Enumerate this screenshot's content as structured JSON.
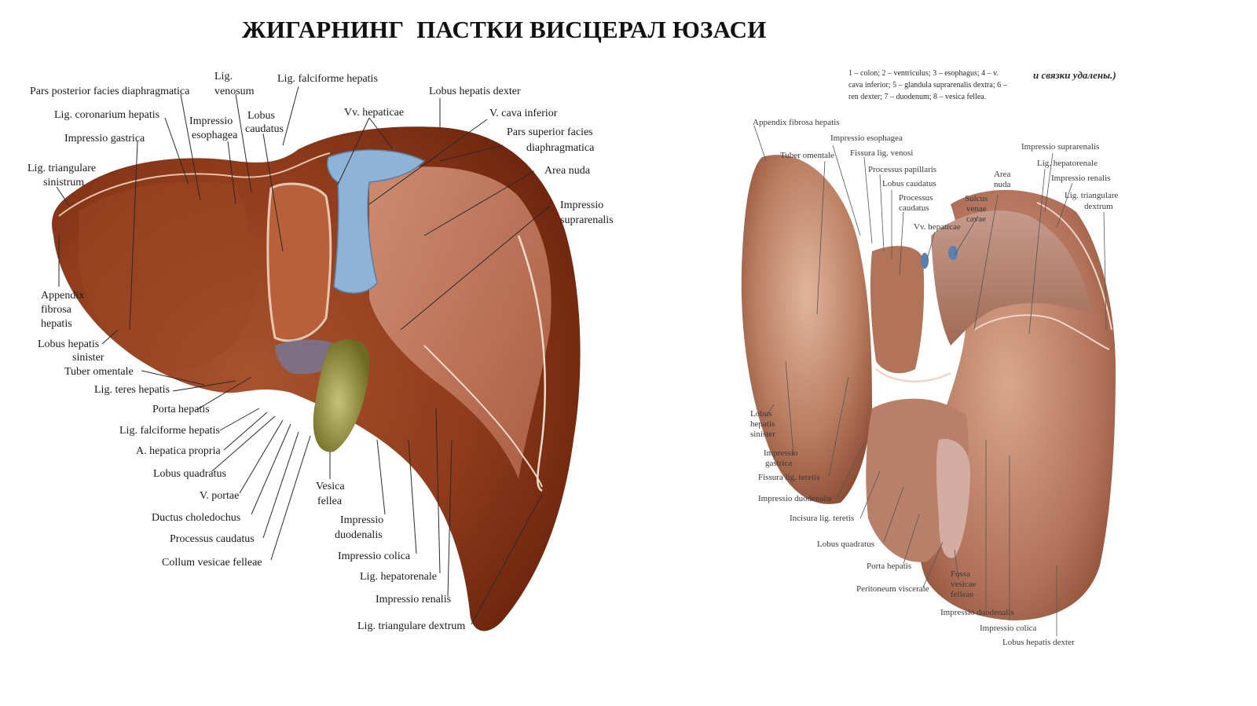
{
  "title": "ЖИГАРНИНГ  ПАСТКИ ВИСЦЕРАЛ ЮЗАСИ",
  "left_figure": {
    "labels": {
      "pars_posterior": "Pars posterior facies diaphragmatica",
      "lig_venosum_1": "Lig.",
      "lig_venosum_2": "venosum",
      "lig_falciforme_top": "Lig. falciforme hepatis",
      "lobus_hepatis_dexter": "Lobus hepatis dexter",
      "lig_coronarium": "Lig. coronarium hepatis",
      "impressio_esophagea_1": "Impressio",
      "impressio_esophagea_2": "esophagea",
      "lobus_caudatus_1": "Lobus",
      "lobus_caudatus_2": "caudatus",
      "vv_hepaticae": "Vv. hepaticae",
      "v_cava_inferior": "V. cava inferior",
      "impressio_gastrica": "Impressio gastrica",
      "pars_superior_1": "Pars superior facies",
      "pars_superior_2": "diaphragmatica",
      "lig_triangulare_sin_1": "Lig. triangulare",
      "lig_triangulare_sin_2": "sinistrum",
      "area_nuda": "Area nuda",
      "impressio_suprarenalis_1": "Impressio",
      "impressio_suprarenalis_2": "suprarenalis",
      "appendix_1": "Appendix",
      "appendix_2": "fibrosa",
      "appendix_3": "hepatis",
      "lobus_sinister_1": "Lobus hepatis",
      "lobus_sinister_2": "sinister",
      "tuber_omentale": "Tuber omentale",
      "lig_teres": "Lig. teres hepatis",
      "porta_hepatis": "Porta hepatis",
      "lig_falciforme_low": "Lig. falciforme hepatis",
      "a_hepatica": "A. hepatica propria",
      "lobus_quadratus": "Lobus quadratus",
      "v_portae": "V. portae",
      "ductus_choledochus": "Ductus choledochus",
      "processus_caudatus": "Processus caudatus",
      "collum_vesicae": "Collum vesicae felleae",
      "vesica_fellea_1": "Vesica",
      "vesica_fellea_2": "fellea",
      "impressio_duodenalis_1": "Impressio",
      "impressio_duodenalis_2": "duodenalis",
      "impressio_colica": "Impressio colica",
      "lig_hepatorenale": "Lig. hepatorenale",
      "impressio_renalis": "Impressio renalis",
      "lig_triangulare_dextrum": "Lig. triangulare dextrum"
    }
  },
  "right_figure": {
    "caption_lines": [
      "1 – colon; 2 – ventriculus; 3 – esophagus; 4 – v.",
      "cava inferior; 5 – glandula suprarenalis dextra; 6 –",
      "ren dexter; 7 – duodenum; 8 – vesica fellea."
    ],
    "caption_right": "и связки удалены.)",
    "labels": {
      "appendix_fibrosa": "Appendix fibrosa hepatis",
      "impressio_esophagea": "Impressio esophagea",
      "tuber_omentale": "Tuber omentale",
      "fissura_lig_venosi": "Fissura lig. venosi",
      "processus_papillaris": "Processus papillaris",
      "lobus_caudatus": "Lobus caudatus",
      "processus_caudatus_1": "Processus",
      "processus_caudatus_2": "caudatus",
      "vv_hepaticae": "Vv. hepaticae",
      "sulcus_1": "Sulcus",
      "sulcus_2": "venae",
      "sulcus_3": "cavae",
      "area_nuda_1": "Area",
      "area_nuda_2": "nuda",
      "impressio_suprarenalis": "Impressio suprarenalis",
      "lig_hepatorenale": "Lig. hepatorenale",
      "impressio_renalis": "Impressio renalis",
      "lig_triangulare_1": "Lig. triangulare",
      "lig_triangulare_2": "dextrum",
      "lobus_sinister_1": "Lobus",
      "lobus_sinister_2": "hepatis",
      "lobus_sinister_3": "sinister",
      "impressio_gastrica_1": "Impressio",
      "impressio_gastrica_2": "gastrica",
      "fissura_lig_teretis": "Fissura lig. teretis",
      "impressio_duodenalis_l": "Impressio duodenalis",
      "incisura_lig_teretis": "Incisura lig. teretis",
      "lobus_quadratus": "Lobus quadratus",
      "porta_hepatis": "Porta hepatis",
      "peritoneum": "Peritoneum viscerale",
      "fossa_1": "Fossa",
      "fossa_2": "vesicae",
      "fossa_3": "felleae",
      "impressio_duodenalis_r": "Impressio duodenalis",
      "impressio_colica": "Impressio colica",
      "lobus_dexter": "Lobus hepatis dexter"
    }
  },
  "colors": {
    "liver_dark": "#7a2e14",
    "liver_mid": "#a8532e",
    "liver_light": "#c98560",
    "vein_blue": "#8fb3d6",
    "gallbladder": "#9c9a4a",
    "right_liver_base": "#b5755a",
    "right_liver_light": "#d4a287"
  }
}
